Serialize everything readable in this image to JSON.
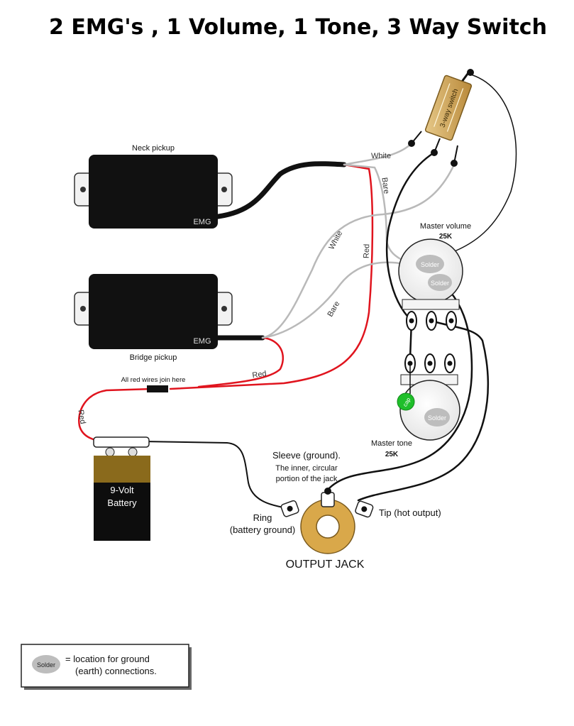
{
  "title": "2 EMG's , 1 Volume, 1 Tone, 3 Way Switch",
  "pickups": {
    "neck": {
      "label": "Neck pickup",
      "brand": "EMG"
    },
    "bridge": {
      "label": "Bridge pickup",
      "brand": "EMG"
    }
  },
  "switch": {
    "label": "3-way switch"
  },
  "volume": {
    "label": "Master volume",
    "value": "25K",
    "solder_top": "Solder",
    "solder_bottom": "Solder"
  },
  "tone": {
    "label": "Master tone",
    "value": "25K",
    "cap": "cap",
    "solder": "Solder"
  },
  "wires": {
    "white_top": "White",
    "bare_top": "Bare",
    "white_mid": "White",
    "red_mid": "Red",
    "bare_mid": "Bare",
    "red_bottom": "Red",
    "red_left": "Red"
  },
  "join_label": "All red wires join here",
  "battery": {
    "line1": "9-Volt",
    "line2": "Battery"
  },
  "jack": {
    "sleeve_line1": "Sleeve (ground).",
    "sleeve_line2": "The inner, circular",
    "sleeve_line3": "portion of the jack",
    "ring_line1": "Ring",
    "ring_line2": "(battery ground)",
    "tip": "Tip (hot output)",
    "label": "OUTPUT JACK"
  },
  "legend": {
    "solder": "Solder",
    "line1": "= location for ground",
    "line2": "(earth) connections."
  },
  "colors": {
    "red_wire": "#e0141e",
    "white_wire": "#b9b9b9",
    "black_wire": "#111111",
    "switch_body": "#c9a25a",
    "battery_top": "#8a6a1c",
    "jack_ring": "#d9a84a",
    "cap": "#1fbf2a"
  }
}
